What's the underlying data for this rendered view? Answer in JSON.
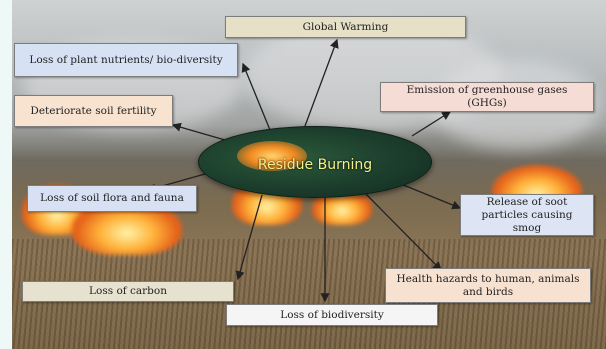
{
  "center": {
    "label": "Residue Burning"
  },
  "effects": {
    "global_warming": "Global Warming",
    "loss_plant_nutrients": "Loss of plant nutrients/ bio-diversity",
    "emission_ghg": "Emission of greenhouse gases (GHGs)",
    "deteriorate_soil": "Deteriorate soil fertility",
    "loss_soil_flora": "Loss of soil flora and fauna",
    "release_soot": "Release of soot particles causing smog",
    "loss_carbon": "Loss of carbon",
    "health_hazards": "Health hazards to human, animals and birds",
    "loss_biodiversity": "Loss of biodiversity"
  },
  "colors": {
    "global_warming": "#e6e0c6",
    "loss_plant_nutrients": "#d6e2f4",
    "emission_ghg": "#f5dcd4",
    "deteriorate_soil": "#f7e3d0",
    "loss_soil_flora": "#d7e1f3",
    "release_soot": "#dde5f5",
    "loss_carbon": "#e6e2cf",
    "health_hazards": "#f7e2d2",
    "loss_biodiversity": "#f5f5f5"
  }
}
